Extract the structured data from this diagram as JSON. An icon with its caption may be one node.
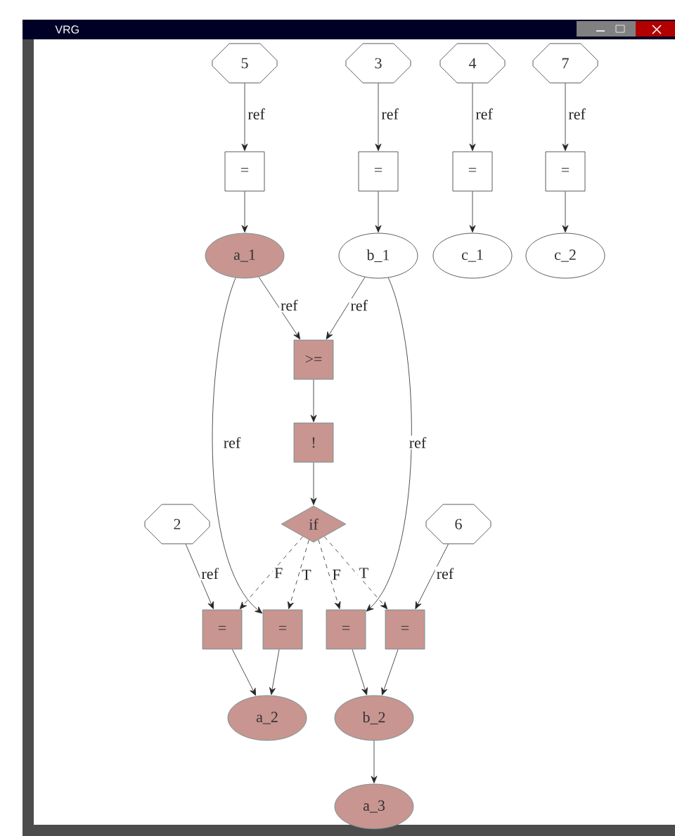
{
  "diagram": {
    "title": "VRG",
    "nodes": [
      {
        "text": [
          "5"
        ]
      },
      {
        "text": [
          "3"
        ]
      },
      {
        "text": [
          "4"
        ]
      },
      {
        "text": [
          "7"
        ]
      },
      {
        "text": [
          "="
        ]
      },
      {
        "text": [
          "="
        ]
      },
      {
        "text": [
          "="
        ]
      },
      {
        "text": [
          "="
        ]
      },
      {
        "text": [
          "a_1"
        ]
      },
      {
        "text": [
          "b_1"
        ]
      },
      {
        "text": [
          "c_1"
        ]
      },
      {
        "text": [
          "c_2"
        ]
      },
      {
        "text": [
          ">="
        ]
      },
      {
        "text": [
          "!"
        ]
      },
      {
        "text": [
          "if"
        ]
      },
      {
        "text": [
          "2"
        ]
      },
      {
        "text": [
          "6"
        ]
      },
      {
        "text": [
          "="
        ]
      },
      {
        "text": [
          "="
        ]
      },
      {
        "text": [
          "="
        ]
      },
      {
        "text": [
          "="
        ]
      },
      {
        "text": [
          "a_2"
        ]
      },
      {
        "text": [
          "b_2"
        ]
      },
      {
        "text": [
          "a_3"
        ]
      }
    ],
    "edges": [
      {
        "from": 0,
        "to": 4,
        "arrow": "to",
        "label": "ref"
      },
      {
        "from": 1,
        "to": 5,
        "arrow": "to",
        "label": "ref"
      },
      {
        "from": 2,
        "to": 6,
        "arrow": "to",
        "label": "ref"
      },
      {
        "from": 3,
        "to": 7,
        "arrow": "to",
        "label": "ref"
      },
      {
        "from": 4,
        "to": 8,
        "arrow": "to"
      },
      {
        "from": 5,
        "to": 9,
        "arrow": "to"
      },
      {
        "from": 6,
        "to": 10,
        "arrow": "to"
      },
      {
        "from": 7,
        "to": 11,
        "arrow": "to"
      },
      {
        "from": 8,
        "to": 12,
        "arrow": "to",
        "label": "ref"
      },
      {
        "from": 9,
        "to": 12,
        "arrow": "to",
        "label": "ref"
      },
      {
        "from": 12,
        "to": 13,
        "arrow": "to"
      },
      {
        "from": 13,
        "to": 14,
        "arrow": "to"
      },
      {
        "from": 8,
        "to": 18,
        "arrow": "to",
        "label": "ref"
      },
      {
        "from": 9,
        "to": 19,
        "arrow": "to",
        "label": "ref"
      },
      {
        "from": 15,
        "to": 17,
        "arrow": "to",
        "label": "ref"
      },
      {
        "from": 16,
        "to": 20,
        "arrow": "to",
        "label": "ref"
      },
      {
        "from": 14,
        "to": 17,
        "arrow": "to",
        "label": "F",
        "style": "dashed"
      },
      {
        "from": 14,
        "to": 18,
        "arrow": "to",
        "label": "T",
        "style": "dashed"
      },
      {
        "from": 14,
        "to": 19,
        "arrow": "to",
        "label": "F",
        "style": "dashed"
      },
      {
        "from": 14,
        "to": 20,
        "arrow": "to",
        "label": "T",
        "style": "dashed"
      },
      {
        "from": 17,
        "to": 21,
        "arrow": "to"
      },
      {
        "from": 18,
        "to": 21,
        "arrow": "to"
      },
      {
        "from": 19,
        "to": 22,
        "arrow": "to"
      },
      {
        "from": 20,
        "to": 22,
        "arrow": "to"
      },
      {
        "from": 22,
        "to": 23,
        "arrow": "to"
      }
    ]
  }
}
